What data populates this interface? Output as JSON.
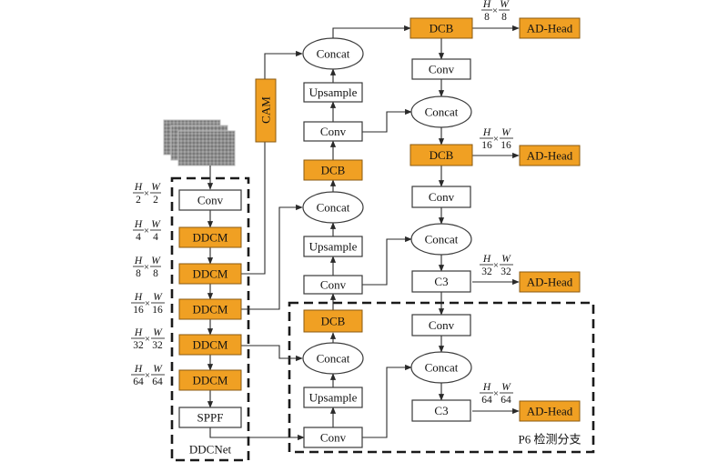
{
  "nodes": {
    "conv_a": "Conv",
    "ddcm_4": "DDCM",
    "ddcm_8": "DDCM",
    "ddcm_16": "DDCM",
    "ddcm_32": "DDCM",
    "ddcm_64": "DDCM",
    "sppf": "SPPF",
    "cam": "CAM",
    "concat_1": "Concat",
    "upsample_1": "Upsample",
    "conv_1": "Conv",
    "dcb_1": "DCB",
    "concat_2": "Concat",
    "upsample_2": "Upsample",
    "conv_2": "Conv",
    "dcb_2": "DCB",
    "concat_3": "Concat",
    "upsample_3": "Upsample",
    "conv_3": "Conv",
    "dcb_r1": "DCB",
    "conv_r1": "Conv",
    "concat_r1": "Concat",
    "dcb_r2": "DCB",
    "conv_r2": "Conv",
    "concat_r2": "Concat",
    "c3_r1": "C3",
    "conv_r3": "Conv",
    "concat_r3": "Concat",
    "c3_r2": "C3",
    "head_1": "AD-Head",
    "head_2": "AD-Head",
    "head_3": "AD-Head",
    "head_4": "AD-Head"
  },
  "labels": {
    "ddcnet": "DDCNet",
    "p6": "P6 检测分支"
  },
  "fractions": {
    "left": [
      {
        "num": "H",
        "num_den": "2",
        "den": "W",
        "den_den": "2"
      },
      {
        "num": "H",
        "num_den": "4",
        "den": "W",
        "den_den": "4"
      },
      {
        "num": "H",
        "num_den": "8",
        "den": "W",
        "den_den": "8"
      },
      {
        "num": "H",
        "num_den": "16",
        "den": "W",
        "den_den": "16"
      },
      {
        "num": "H",
        "num_den": "32",
        "den": "W",
        "den_den": "32"
      },
      {
        "num": "H",
        "num_den": "64",
        "den": "W",
        "den_den": "64"
      }
    ],
    "right": [
      {
        "num": "H",
        "num_den": "8",
        "den": "W",
        "den_den": "8"
      },
      {
        "num": "H",
        "num_den": "16",
        "den": "W",
        "den_den": "16"
      },
      {
        "num": "H",
        "num_den": "32",
        "den": "W",
        "den_den": "32"
      },
      {
        "num": "H",
        "num_den": "64",
        "den": "W",
        "den_den": "64"
      }
    ],
    "times": "×"
  },
  "colors": {
    "orange": "#f0a023",
    "input_gray": "#8c8c8c"
  }
}
